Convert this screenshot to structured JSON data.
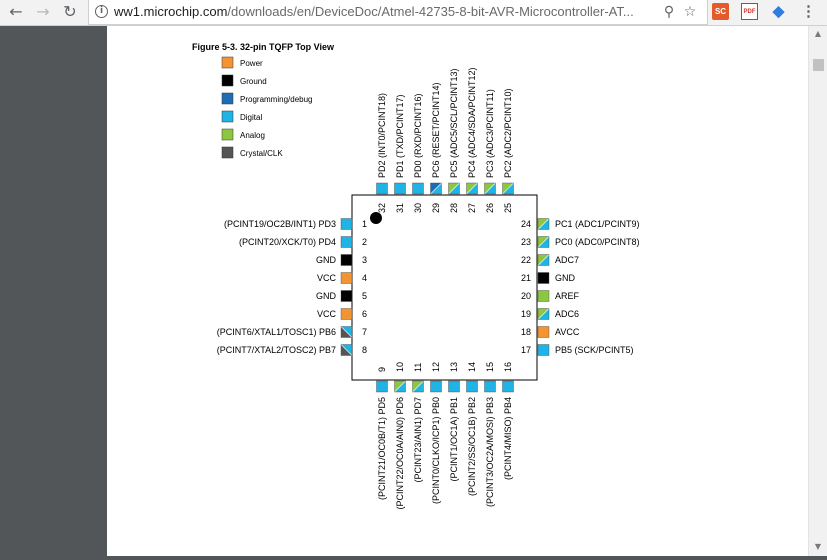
{
  "browser": {
    "url_host": "ww1.microchip.com",
    "url_path": "/downloads/en/DeviceDoc/Atmel-42735-8-bit-AVR-Microcontroller-AT...",
    "extension_sc_label": "SC",
    "extension_pdf_label": "PDF"
  },
  "figure": {
    "title": "Figure 5-3.  32-pin TQFP Top View",
    "legend": [
      {
        "label": "Power",
        "color": "#f39433"
      },
      {
        "label": "Ground",
        "color": "#000000"
      },
      {
        "label": "Programming/debug",
        "color": "#1e6db4"
      },
      {
        "label": "Digital",
        "color": "#20b3e6"
      },
      {
        "label": "Analog",
        "color": "#8dc63f"
      },
      {
        "label": "Crystal/CLK",
        "color": "#555555"
      }
    ],
    "left_pins": [
      {
        "num": "1",
        "label": "(PCINT19/OC2B/INT1) PD3",
        "colors": [
          "#20b3e6"
        ]
      },
      {
        "num": "2",
        "label": "(PCINT20/XCK/T0) PD4",
        "colors": [
          "#20b3e6"
        ]
      },
      {
        "num": "3",
        "label": "GND",
        "colors": [
          "#000000"
        ]
      },
      {
        "num": "4",
        "label": "VCC",
        "colors": [
          "#f39433"
        ]
      },
      {
        "num": "5",
        "label": "GND",
        "colors": [
          "#000000"
        ]
      },
      {
        "num": "6",
        "label": "VCC",
        "colors": [
          "#f39433"
        ]
      },
      {
        "num": "7",
        "label": "(PCINT6/XTAL1/TOSC1) PB6",
        "colors": [
          "#555555",
          "#20b3e6"
        ]
      },
      {
        "num": "8",
        "label": "(PCINT7/XTAL2/TOSC2) PB7",
        "colors": [
          "#555555",
          "#20b3e6"
        ]
      }
    ],
    "right_pins": [
      {
        "num": "24",
        "label": "PC1 (ADC1/PCINT9)",
        "colors": [
          "#8dc63f",
          "#20b3e6"
        ]
      },
      {
        "num": "23",
        "label": "PC0 (ADC0/PCINT8)",
        "colors": [
          "#8dc63f",
          "#20b3e6"
        ]
      },
      {
        "num": "22",
        "label": "ADC7",
        "colors": [
          "#8dc63f",
          "#20b3e6"
        ]
      },
      {
        "num": "21",
        "label": "GND",
        "colors": [
          "#000000"
        ]
      },
      {
        "num": "20",
        "label": "AREF",
        "colors": [
          "#8dc63f"
        ]
      },
      {
        "num": "19",
        "label": "ADC6",
        "colors": [
          "#8dc63f",
          "#20b3e6"
        ]
      },
      {
        "num": "18",
        "label": "AVCC",
        "colors": [
          "#f39433"
        ]
      },
      {
        "num": "17",
        "label": "PB5 (SCK/PCINT5)",
        "colors": [
          "#20b3e6"
        ]
      }
    ],
    "top_pins": [
      {
        "num": "32",
        "label": "PD2 (INT0/PCINT18)",
        "colors": [
          "#20b3e6"
        ]
      },
      {
        "num": "31",
        "label": "PD1 (TXD/PCINT17)",
        "colors": [
          "#20b3e6"
        ]
      },
      {
        "num": "30",
        "label": "PD0 (RXD/PCINT16)",
        "colors": [
          "#20b3e6"
        ]
      },
      {
        "num": "29",
        "label": "PC6 (RESET/PCINT14)",
        "colors": [
          "#1e6db4",
          "#20b3e6"
        ]
      },
      {
        "num": "28",
        "label": "PC5 (ADC5/SCL/PCINT13)",
        "colors": [
          "#8dc63f",
          "#20b3e6"
        ]
      },
      {
        "num": "27",
        "label": "PC4 (ADC4/SDA/PCINT12)",
        "colors": [
          "#8dc63f",
          "#20b3e6"
        ]
      },
      {
        "num": "26",
        "label": "PC3 (ADC3/PCINT11)",
        "colors": [
          "#8dc63f",
          "#20b3e6"
        ]
      },
      {
        "num": "25",
        "label": "PC2 (ADC2/PCINT10)",
        "colors": [
          "#8dc63f",
          "#20b3e6"
        ]
      }
    ],
    "bottom_pins": [
      {
        "num": "9",
        "label": "(PCINT21/OC0B/T1) PD5",
        "colors": [
          "#20b3e6"
        ]
      },
      {
        "num": "10",
        "label": "(PCINT22/OC0A/AIN0) PD6",
        "colors": [
          "#8dc63f",
          "#20b3e6"
        ]
      },
      {
        "num": "11",
        "label": "(PCINT23/AIN1) PD7",
        "colors": [
          "#8dc63f",
          "#20b3e6"
        ]
      },
      {
        "num": "12",
        "label": "(PCINT0/CLKO/ICP1) PB0",
        "colors": [
          "#20b3e6"
        ]
      },
      {
        "num": "13",
        "label": "(PCINT1/OC1A) PB1",
        "colors": [
          "#20b3e6"
        ]
      },
      {
        "num": "14",
        "label": "(PCINT2/SS/OC1B) PB2",
        "colors": [
          "#20b3e6"
        ]
      },
      {
        "num": "15",
        "label": "(PCINT3/OC2A/MOSI) PB3",
        "colors": [
          "#20b3e6"
        ]
      },
      {
        "num": "16",
        "label": "(PCINT4/MISO) PB4",
        "colors": [
          "#20b3e6"
        ]
      }
    ]
  }
}
